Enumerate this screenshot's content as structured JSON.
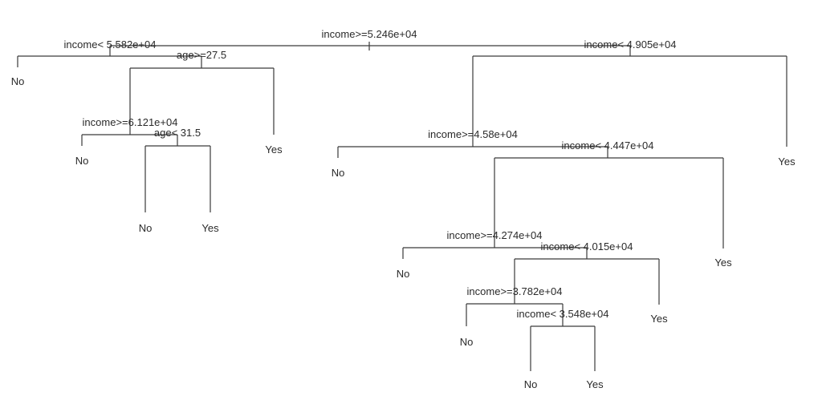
{
  "tree": {
    "root": {
      "split": "income>=5.246e+04"
    },
    "nodes": [
      {
        "id": "n2",
        "split": "income< 5.582e+04"
      },
      {
        "id": "n5",
        "split": "age>=27.5"
      },
      {
        "id": "n10",
        "split": "income>=6.121e+04"
      },
      {
        "id": "n21",
        "split": "age< 31.5"
      },
      {
        "id": "n3",
        "split": "income< 4.905e+04"
      },
      {
        "id": "n6",
        "split": "income>=4.58e+04"
      },
      {
        "id": "n13",
        "split": "income< 4.447e+04"
      },
      {
        "id": "n26",
        "split": "income>=4.274e+04"
      },
      {
        "id": "n53",
        "split": "income< 4.015e+04"
      },
      {
        "id": "n106",
        "split": "income>=3.782e+04"
      },
      {
        "id": "n213",
        "split": "income< 3.548e+04"
      }
    ],
    "leaves": [
      {
        "id": "l4",
        "label": "No"
      },
      {
        "id": "l11",
        "label": "Yes"
      },
      {
        "id": "l20",
        "label": "No"
      },
      {
        "id": "l42",
        "label": "No"
      },
      {
        "id": "l43",
        "label": "Yes"
      },
      {
        "id": "l7",
        "label": "Yes"
      },
      {
        "id": "l12",
        "label": "No"
      },
      {
        "id": "l27",
        "label": "Yes"
      },
      {
        "id": "l52",
        "label": "No"
      },
      {
        "id": "l107",
        "label": "Yes"
      },
      {
        "id": "l212",
        "label": "No"
      },
      {
        "id": "l426",
        "label": "No"
      },
      {
        "id": "l427",
        "label": "Yes"
      }
    ]
  }
}
